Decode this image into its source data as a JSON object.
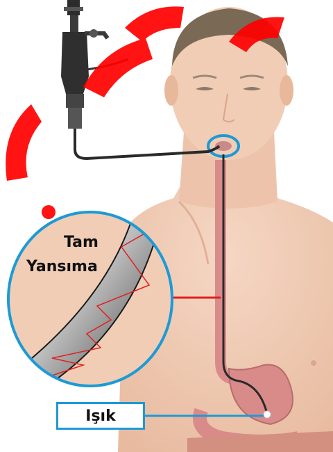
{
  "labels": {
    "total_reflection_line1": "Tam",
    "total_reflection_line2": "Yansıma",
    "light": "Işık"
  },
  "colors": {
    "skin": "#f1cdb6",
    "skin_shadow": "#e6b79b",
    "hair": "#7a6a55",
    "esophagus": "#d98b8a",
    "fiber_core": "#2a2a2a",
    "ray": "#e02020",
    "highlight_blue": "#1c9ad6",
    "watermark": "#ff0000"
  }
}
